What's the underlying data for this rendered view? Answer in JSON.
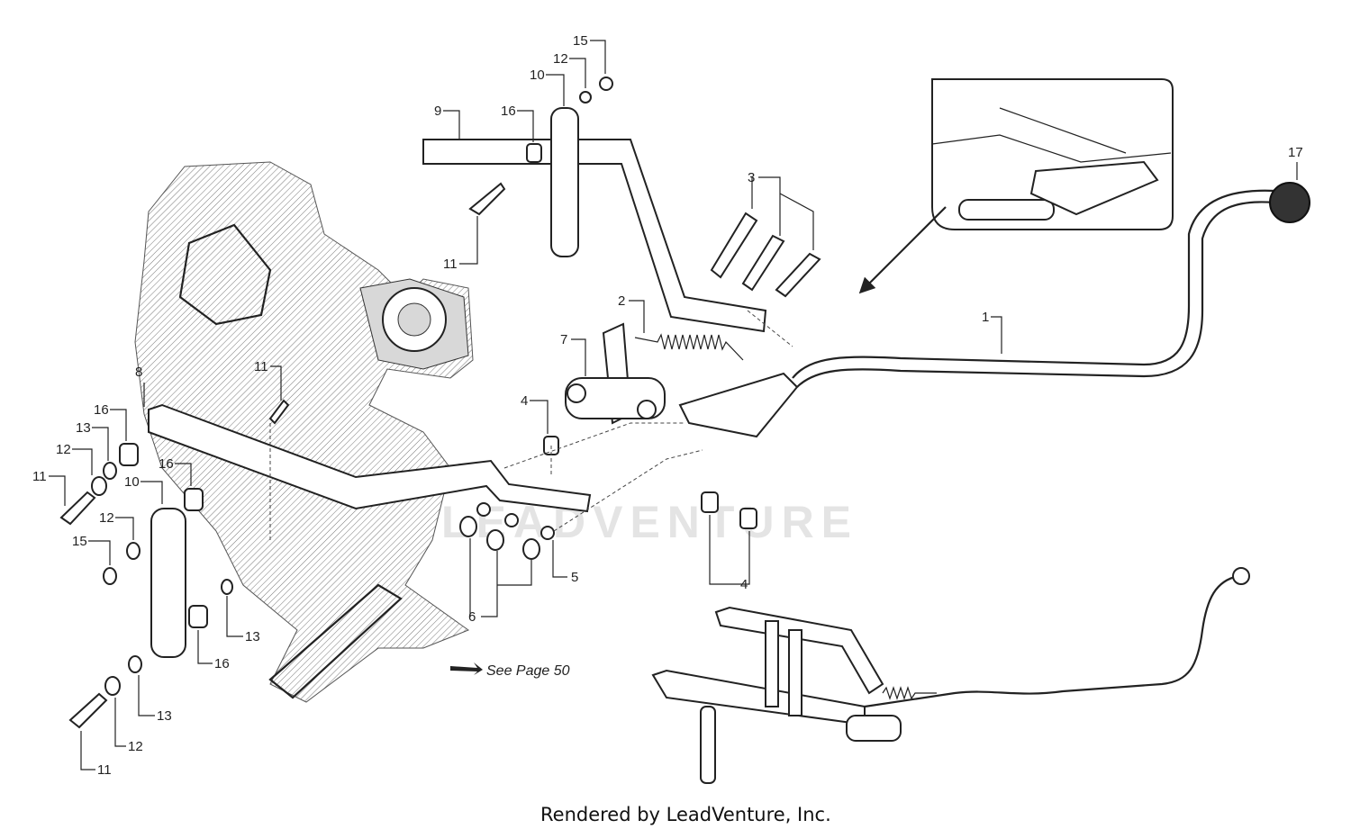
{
  "callouts": [
    {
      "id": "c15a",
      "label": "15"
    },
    {
      "id": "c12a",
      "label": "12"
    },
    {
      "id": "c10a",
      "label": "10"
    },
    {
      "id": "c16a",
      "label": "16"
    },
    {
      "id": "c9",
      "label": "9"
    },
    {
      "id": "c11a",
      "label": "11"
    },
    {
      "id": "c3",
      "label": "3"
    },
    {
      "id": "c2",
      "label": "2"
    },
    {
      "id": "c7",
      "label": "7"
    },
    {
      "id": "c1",
      "label": "1"
    },
    {
      "id": "c17",
      "label": "17"
    },
    {
      "id": "c8",
      "label": "8"
    },
    {
      "id": "c11b",
      "label": "11"
    },
    {
      "id": "c4a",
      "label": "4"
    },
    {
      "id": "c16b",
      "label": "16"
    },
    {
      "id": "c13a",
      "label": "13"
    },
    {
      "id": "c12b",
      "label": "12"
    },
    {
      "id": "c11c",
      "label": "11"
    },
    {
      "id": "c16c",
      "label": "16"
    },
    {
      "id": "c10b",
      "label": "10"
    },
    {
      "id": "c12c",
      "label": "12"
    },
    {
      "id": "c15b",
      "label": "15"
    },
    {
      "id": "c5",
      "label": "5"
    },
    {
      "id": "c6",
      "label": "6"
    },
    {
      "id": "c4b",
      "label": "4"
    },
    {
      "id": "c13b",
      "label": "13"
    },
    {
      "id": "c16d",
      "label": "16"
    },
    {
      "id": "c13c",
      "label": "13"
    },
    {
      "id": "c12d",
      "label": "12"
    },
    {
      "id": "c11d",
      "label": "11"
    }
  ],
  "see_page_note": "See Page 50",
  "watermark": "LEADVENTURE",
  "credit": "Rendered by LeadVenture, Inc."
}
